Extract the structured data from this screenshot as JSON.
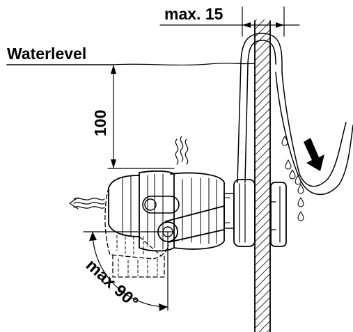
{
  "labels": {
    "max_width": "max. 15",
    "water_level": "Waterlevel",
    "depth": "100",
    "max_angle": "max 90°"
  },
  "colors": {
    "line": "#000000",
    "background": "#ffffff"
  },
  "icons": [
    "wall-hatch-icon",
    "water-drop-icon",
    "flow-arrow-icon",
    "heat-wave-icon"
  ]
}
